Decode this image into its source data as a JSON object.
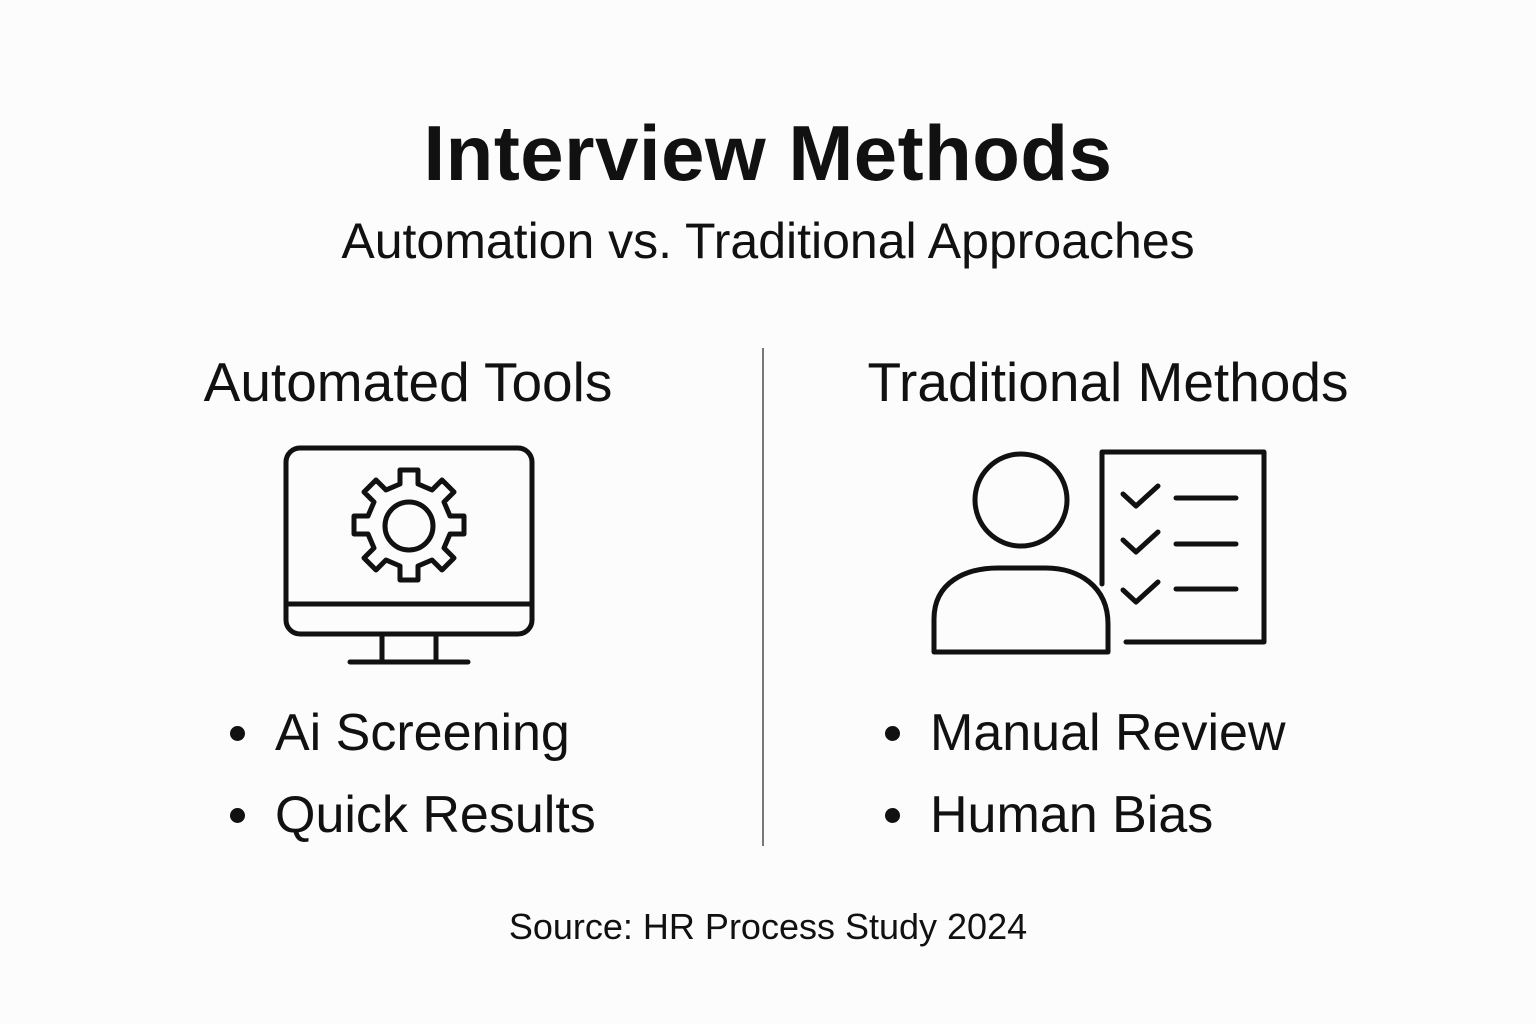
{
  "header": {
    "title": "Interview Methods",
    "subtitle": "Automation vs. Traditional Approaches"
  },
  "columns": [
    {
      "heading": "Automated Tools",
      "icon": "monitor-gear-icon",
      "bullets": [
        "Ai Screening",
        "Quick Results"
      ]
    },
    {
      "heading": "Traditional Methods",
      "icon": "person-checklist-icon",
      "bullets": [
        "Manual Review",
        "Human Bias"
      ]
    }
  ],
  "footer": {
    "source": "Source: HR Process Study 2024"
  },
  "colors": {
    "background": "#fcfcfc",
    "ink": "#111111",
    "divider": "#777777"
  }
}
